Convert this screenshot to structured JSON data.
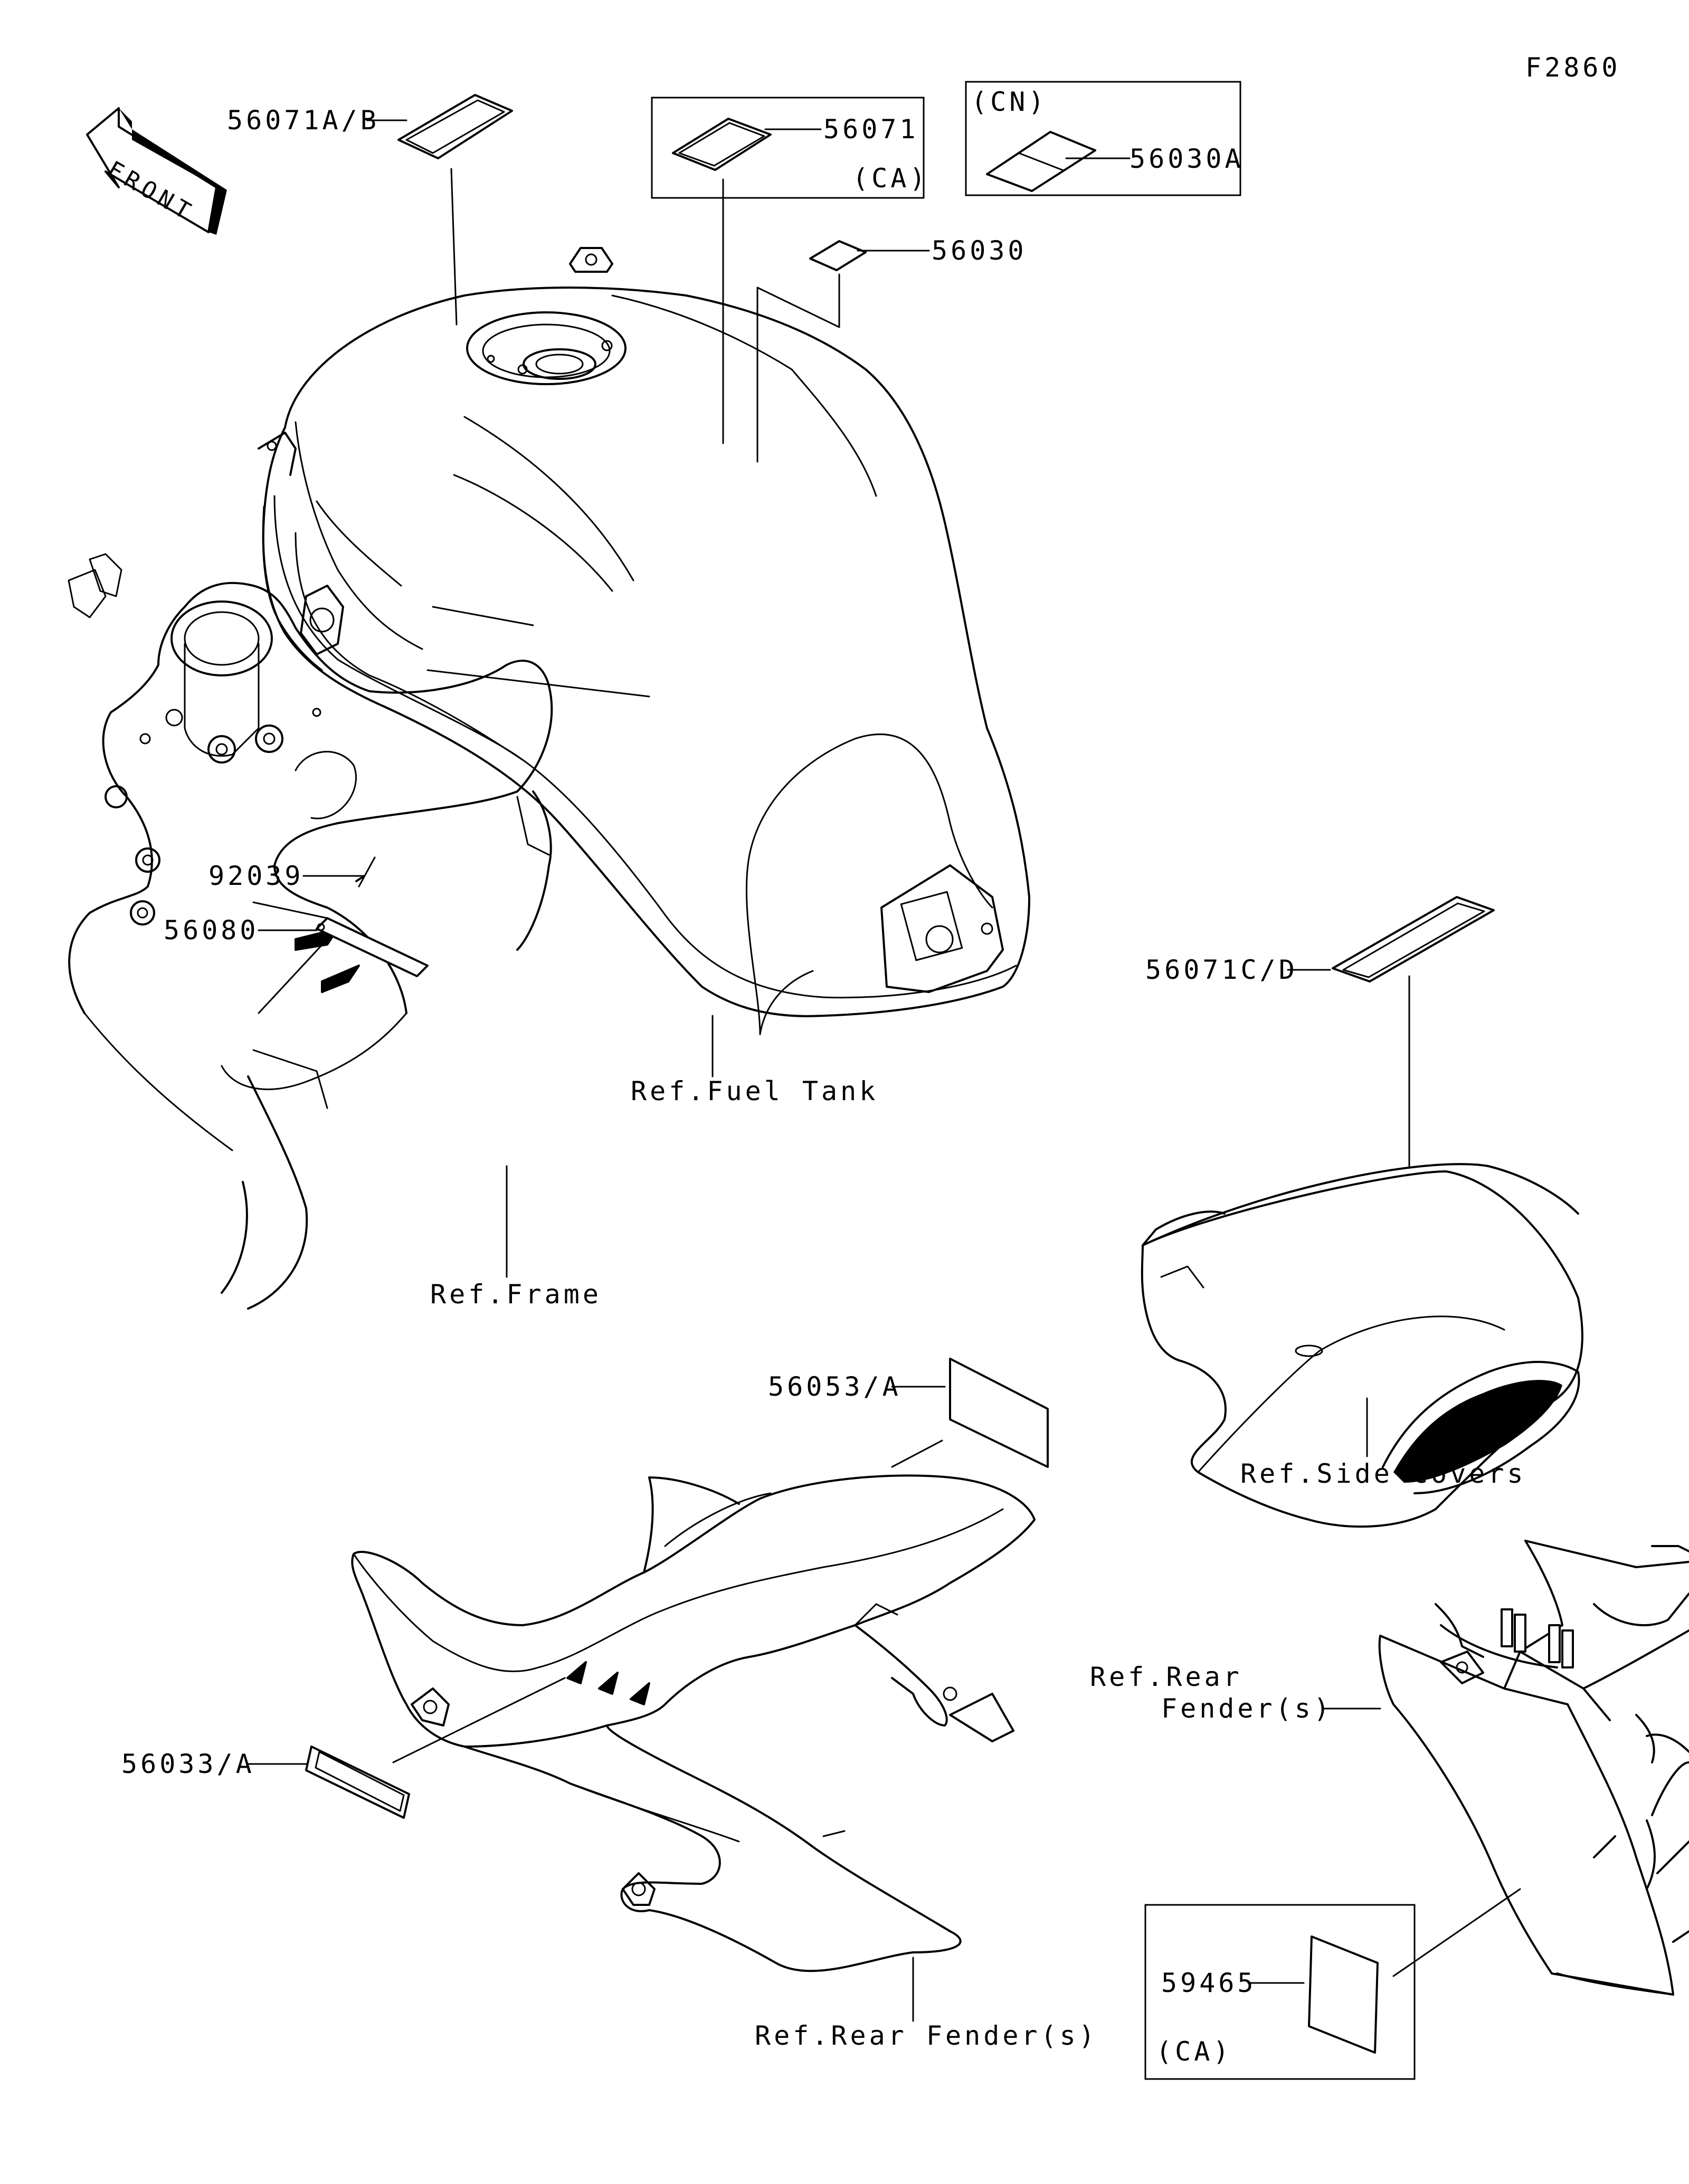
{
  "figure_id": "F2860",
  "front_marker": "FRONT",
  "parts": {
    "p56071ab": "56071A/B",
    "p56071": "56071",
    "p56071_region": "(CA)",
    "cn_region": "(CN)",
    "p56030a": "56030A",
    "p56030": "56030",
    "p92039": "92039",
    "p56080": "56080",
    "p56071cd": "56071C/D",
    "p56053a": "56053/A",
    "p56033a": "56033/A",
    "p59465": "59465",
    "p59465_region": "(CA)"
  },
  "references": {
    "fuel_tank": "Ref.Fuel Tank",
    "frame": "Ref.Frame",
    "side_covers": "Ref.Side Covers",
    "rear_fender_line1": "Ref.Rear",
    "rear_fender_line2": "Fender(s)",
    "rear_fender_bottom": "Ref.Rear Fender(s)"
  }
}
